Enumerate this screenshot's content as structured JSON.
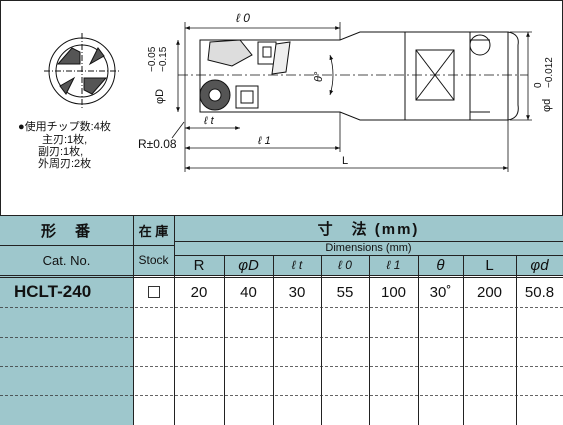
{
  "drawing": {
    "dim_l0": "ℓ 0",
    "dim_lt": "ℓ t",
    "dim_l1": "ℓ 1",
    "dim_L": "L",
    "dim_D": "φD",
    "dim_D_tol_upper": "−0.05",
    "dim_D_tol_lower": "−0.15",
    "dim_theta": "θ°",
    "dim_d": "φd",
    "dim_d_tol_upper": "0",
    "dim_d_tol_lower": "−0.012",
    "dim_R": "R±0.08",
    "notes": [
      "●使用チップ数:4枚",
      "主刃:1枚,",
      "副刃:1枚,",
      "外周刃:2枚"
    ]
  },
  "table": {
    "header_model_jp": "形　番",
    "header_stock_jp": "在 庫",
    "header_dims_jp": "寸　法 (mm)",
    "header_dims_en": "Dimensions (mm)",
    "header_model_en": "Cat. No.",
    "header_stock_en": "Stock",
    "columns": [
      "R",
      "φD",
      "ℓ t",
      "ℓ 0",
      "ℓ 1",
      "θ",
      "L",
      "φd"
    ],
    "rows": [
      {
        "name": "HCLT-240",
        "stock": "□",
        "values": [
          "20",
          "40",
          "30",
          "55",
          "100",
          "30˚",
          "200",
          "50.8"
        ]
      }
    ]
  }
}
